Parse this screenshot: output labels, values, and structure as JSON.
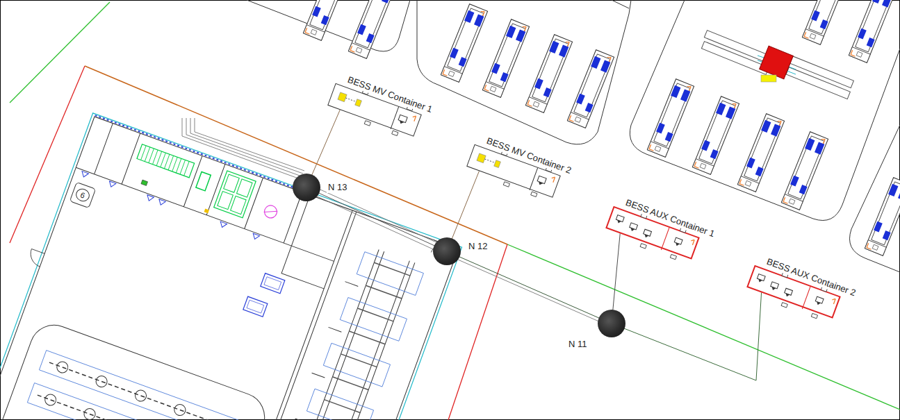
{
  "diagram": {
    "nodes": [
      {
        "text": [
          "BESS MV Container 1"
        ]
      },
      {
        "text": [
          "BESS MV Container 2"
        ]
      },
      {
        "text": [
          "BESS AUX Container 1"
        ]
      },
      {
        "text": [
          "BESS AUX Container 2"
        ]
      },
      {
        "text": [
          "6"
        ]
      },
      {
        "text": [
          "N 13"
        ]
      },
      {
        "text": [
          "N 12"
        ]
      },
      {
        "text": [
          "N 11"
        ]
      }
    ],
    "edges": [
      {
        "from": 0,
        "to": 5,
        "arrow": "none"
      },
      {
        "from": 1,
        "to": 6,
        "arrow": "none"
      },
      {
        "from": 2,
        "to": 7,
        "arrow": "none"
      },
      {
        "from": 3,
        "to": 7,
        "arrow": "none"
      },
      {
        "from": 5,
        "to": 6,
        "arrow": "none"
      },
      {
        "from": 6,
        "to": 7,
        "arrow": "none"
      }
    ]
  }
}
